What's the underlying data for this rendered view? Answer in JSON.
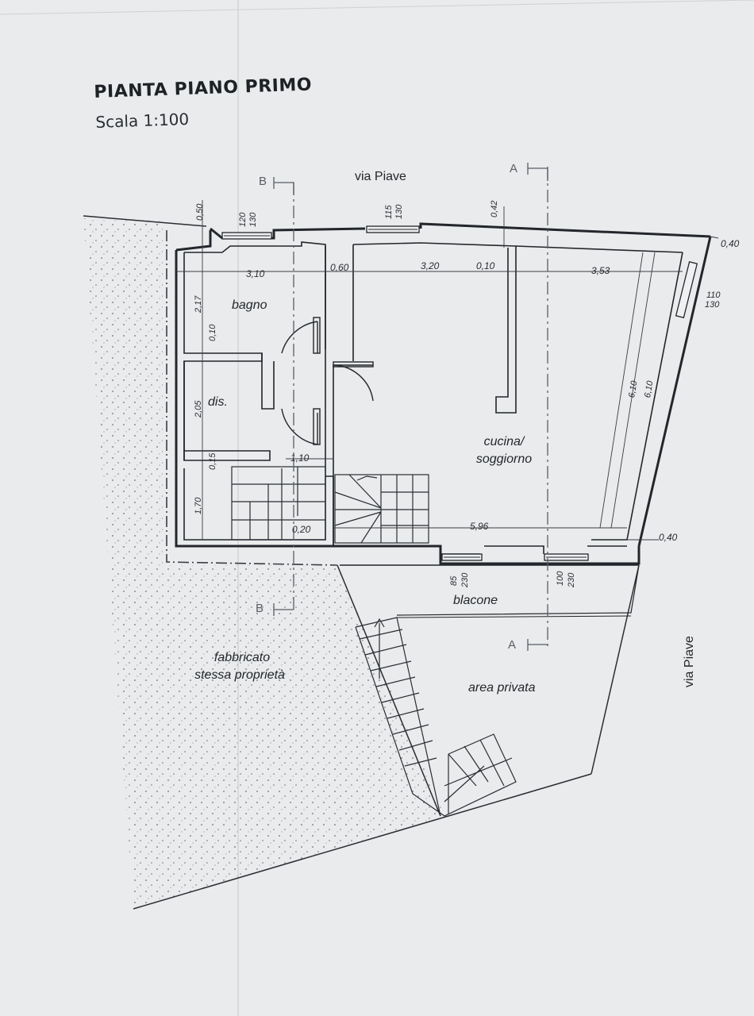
{
  "header": {
    "title": "PIANTA PIANO PRIMO",
    "scale": "Scala 1:100"
  },
  "streets": {
    "top": "via Piave",
    "right": "via Piave"
  },
  "sections": {
    "b_top": "B",
    "a_top": "A",
    "b_bottom": "B",
    "a_bottom": "A"
  },
  "rooms": {
    "bagno": "bagno",
    "dis": "dis.",
    "cucina_line1": "cucina/",
    "cucina_line2": "soggiorno",
    "balcone": "blacone",
    "area_privata": "area privata",
    "fabbricato_line1": "fabbricato",
    "fabbricato_line2": "stessa proprietà"
  },
  "dimensions": {
    "d_310": "3,10",
    "d_060": "0,60",
    "d_320": "3,20",
    "d_010": "0,10",
    "d_353": "3,53",
    "d_040_top": "0,40",
    "d_040_bottom": "0,40",
    "d_596": "5,96",
    "d_020": "0,20",
    "d_110": "1,10",
    "v_050": "0,50",
    "v_042": "0,42",
    "v_217": "2,17",
    "v_010": "0,10",
    "v_205": "2,05",
    "v_015": "0,15",
    "v_170": "1,70",
    "v_610a": "6,10",
    "v_610b": "6,10"
  },
  "windows": {
    "w1_top": "120",
    "w1_bottom": "130",
    "w2_top": "115",
    "w2_bottom": "130",
    "w3_top": "110",
    "w3_bottom": "130",
    "w4_top": "85",
    "w4_bottom": "230",
    "w5_top": "100",
    "w5_bottom": "230"
  }
}
